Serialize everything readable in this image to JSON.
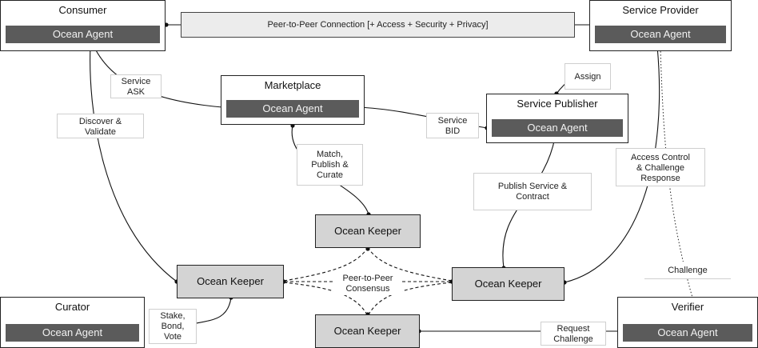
{
  "actors": {
    "consumer": {
      "title": "Consumer",
      "agent": "Ocean Agent"
    },
    "service_provider": {
      "title": "Service Provider",
      "agent": "Ocean Agent"
    },
    "marketplace": {
      "title": "Marketplace",
      "agent": "Ocean Agent"
    },
    "service_publisher": {
      "title": "Service Publisher",
      "agent": "Ocean Agent"
    },
    "curator": {
      "title": "Curator",
      "agent": "Ocean Agent"
    },
    "verifier": {
      "title": "Verifier",
      "agent": "Ocean Agent"
    }
  },
  "keepers": {
    "top": "Ocean Keeper",
    "left": "Ocean Keeper",
    "right": "Ocean Keeper",
    "bottom": "Ocean Keeper"
  },
  "connection_labels": {
    "p2p": "Peer-to-Peer Connection [+ Access + Security + Privacy]",
    "service_ask": [
      "Service",
      "ASK"
    ],
    "discover_validate": [
      "Discover &",
      "Validate"
    ],
    "assign": "Assign",
    "service_bid": [
      "Service",
      "BID"
    ],
    "match_publish_curate": [
      "Match,",
      "Publish &",
      "Curate"
    ],
    "publish_service_contract": [
      "Publish Service &",
      "Contract"
    ],
    "access_control": [
      "Access Control",
      "& Challenge",
      "Response"
    ],
    "challenge": "Challenge",
    "consensus": [
      "Peer-to-Peer",
      "Consensus"
    ],
    "stake_bond_vote": [
      "Stake,",
      "Bond,",
      "Vote"
    ],
    "request_challenge": [
      "Request",
      "Challenge"
    ]
  }
}
